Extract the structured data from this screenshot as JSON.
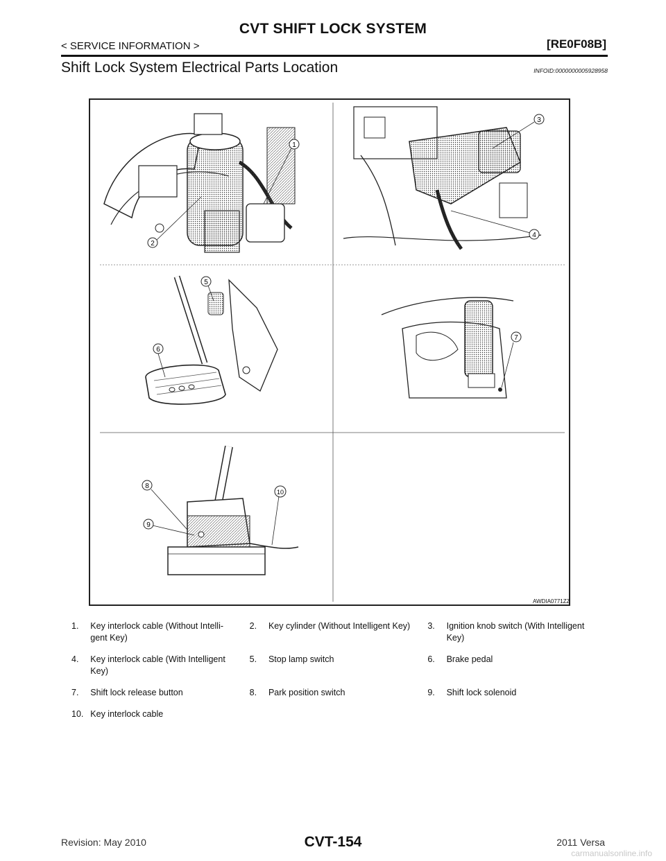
{
  "header": {
    "title": "CVT SHIFT LOCK SYSTEM",
    "section": "< SERVICE INFORMATION >",
    "code": "[RE0F08B]"
  },
  "section": {
    "heading": "Shift Lock System Electrical Parts Location",
    "info_id": "INFOID:0000000005928958"
  },
  "figure": {
    "id": "AWDIA0771ZZ",
    "callouts": [
      "1",
      "2",
      "3",
      "4",
      "5",
      "6",
      "7",
      "8",
      "9",
      "10"
    ]
  },
  "legend": [
    {
      "num": "1.",
      "text": "Key interlock cable (Without Intelli-\ngent Key)"
    },
    {
      "num": "2.",
      "text": "Key cylinder (Without Intelligent Key)"
    },
    {
      "num": "3.",
      "text": "Ignition knob switch (With Intelligent\nKey)"
    },
    {
      "num": "4.",
      "text": "Key interlock cable (With Intelligent\nKey)"
    },
    {
      "num": "5.",
      "text": "Stop lamp switch"
    },
    {
      "num": "6.",
      "text": "Brake pedal"
    },
    {
      "num": "7.",
      "text": "Shift lock release button"
    },
    {
      "num": "8.",
      "text": "Park position switch"
    },
    {
      "num": "9.",
      "text": "Shift lock solenoid"
    },
    {
      "num": "10.",
      "text": "Key interlock cable"
    }
  ],
  "footer": {
    "revision": "Revision: May 2010",
    "page": "CVT-154",
    "model": "2011 Versa",
    "watermark": "carmanualsonline.info"
  }
}
